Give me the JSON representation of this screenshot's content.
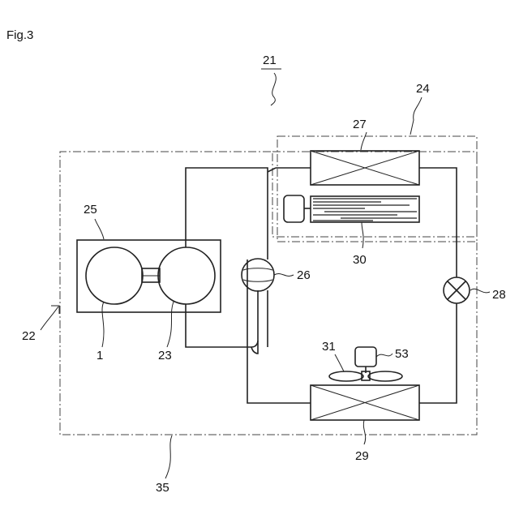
{
  "figure_label": "Fig.3",
  "labels": {
    "system": "21",
    "outdoor_unit": "22",
    "motor_compressor_unit": "23",
    "indoor_unit": "24",
    "casing": "25",
    "four_way_valve": "26",
    "indoor_heat_exchanger": "27",
    "expansion_valve": "28",
    "outdoor_heat_exchanger": "29",
    "indoor_fan": "30",
    "propeller_fan": "31",
    "fan_motor": "53",
    "motor": "1",
    "outdoor_boundary": "35"
  }
}
